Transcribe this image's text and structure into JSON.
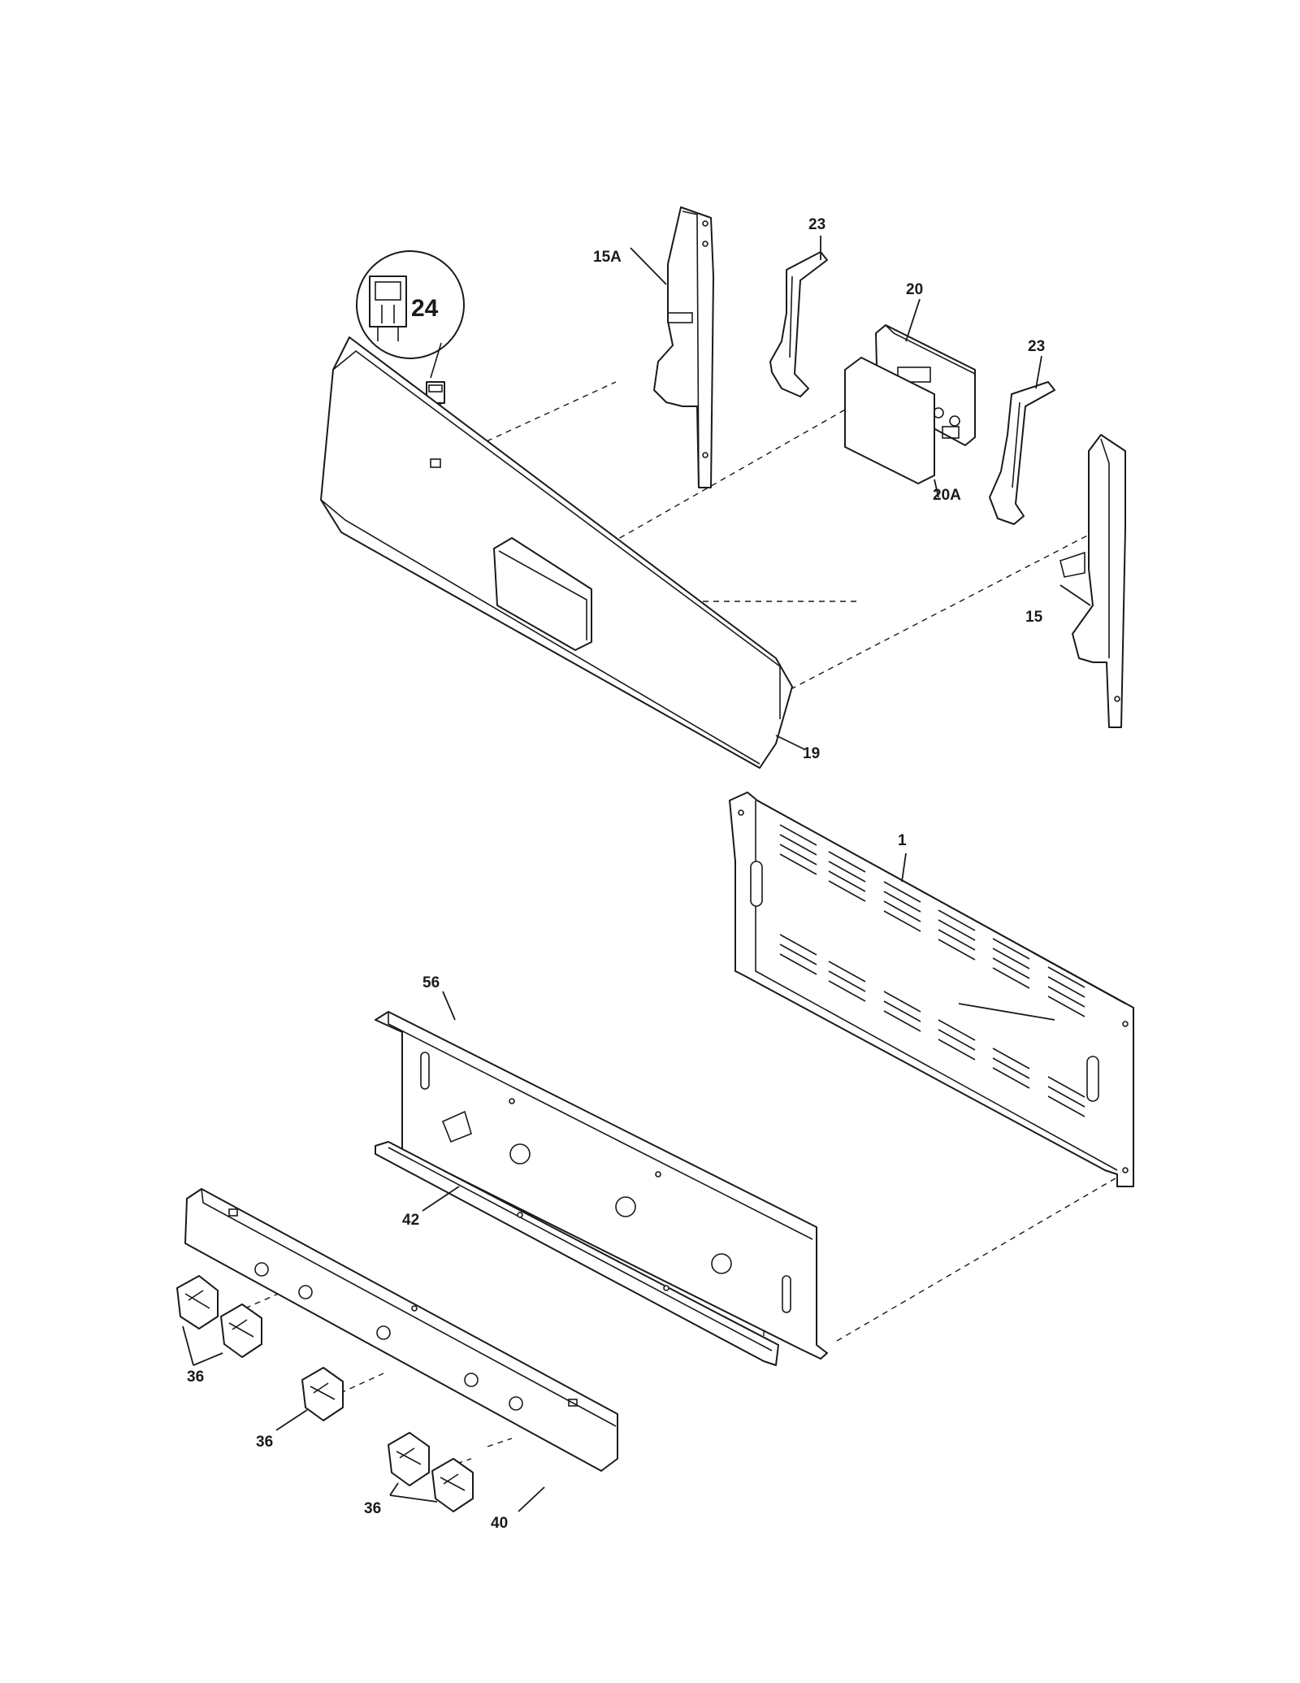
{
  "labels": {
    "p15a": "15A",
    "p23a": "23",
    "p20": "20",
    "p23b": "23",
    "p24": "24",
    "p20a": "20A",
    "p15": "15",
    "p19": "19",
    "p1": "1",
    "p56": "56",
    "p42": "42",
    "p36a": "36",
    "p36b": "36",
    "p36c": "36",
    "p40": "40"
  }
}
